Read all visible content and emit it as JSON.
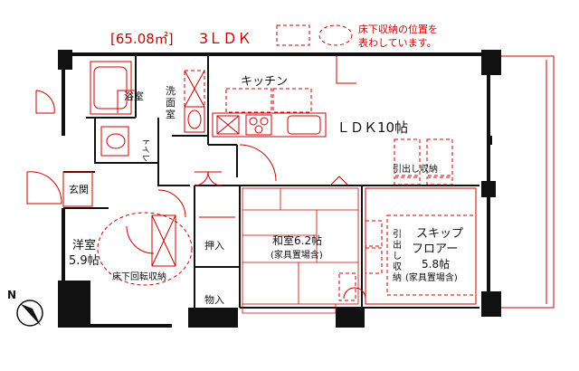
{
  "header": {
    "area": "[65.08㎡]",
    "type": "3ＬＤＫ",
    "legend_line1": "床下収納の位置を",
    "legend_line2": "表わしています。"
  },
  "rooms": {
    "kitchen": "キッチン",
    "ldk": "ＬＤＫ10帖",
    "bath": "浴室",
    "washroom_line1": "洗",
    "washroom_line2": "面",
    "washroom_line3": "室",
    "toilet": "トイレ",
    "entrance": "玄関",
    "western_line1": "洋室",
    "western_line2": "5.9帖",
    "underfloor_rotating": "床下回転収納",
    "closet": "押入",
    "storage": "物入",
    "japanese_line1": "和室6.2帖",
    "japanese_line2": "(家具置場含)",
    "drawer_storage_top": "引出し収納",
    "drawer_v1": "引",
    "drawer_v2": "出",
    "drawer_v3": "し",
    "drawer_v4": "収",
    "drawer_v5": "納",
    "skip_line1": "スキップ",
    "skip_line2": "フロアー",
    "skip_line3": "5.8帖",
    "skip_line4": "(家具置場含)"
  },
  "compass": {
    "label": "N"
  },
  "colors": {
    "line": "#cc0000",
    "wall": "#111111",
    "background": "#ffffff"
  }
}
